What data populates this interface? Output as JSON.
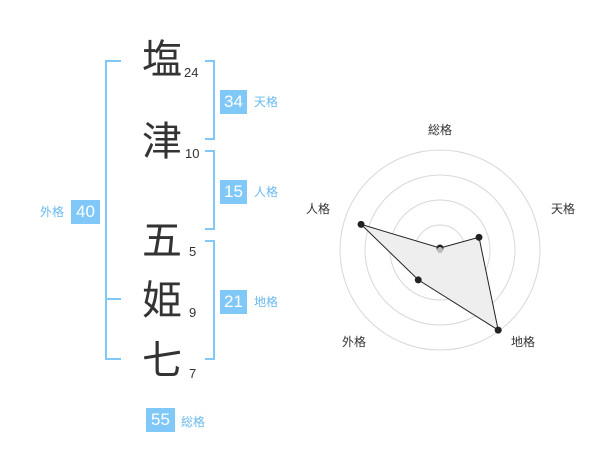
{
  "name_chars": [
    {
      "char": "塩",
      "strokes": "24"
    },
    {
      "char": "津",
      "strokes": "10"
    },
    {
      "char": "五",
      "strokes": "5"
    },
    {
      "char": "姫",
      "strokes": "9"
    },
    {
      "char": "七",
      "strokes": "7"
    }
  ],
  "kaku": {
    "tenkaku": {
      "value": "34",
      "label": "天格"
    },
    "jinkaku": {
      "value": "15",
      "label": "人格"
    },
    "chikaku": {
      "value": "21",
      "label": "地格"
    },
    "gaikaku": {
      "value": "40",
      "label": "外格"
    },
    "soukaku": {
      "value": "55",
      "label": "総格"
    }
  },
  "radar": {
    "axes": [
      "総格",
      "天格",
      "地格",
      "外格",
      "人格"
    ],
    "levels": [
      0.02,
      0.41,
      0.99,
      0.37,
      0.83
    ],
    "colors": {
      "grid": "#d8d8d8",
      "fill": "#eeeeee",
      "line": "#222222",
      "center": "#bbbbbb"
    }
  },
  "colors": {
    "accent": "#7fc8f8",
    "label": "#69b9ee",
    "text": "#333333"
  }
}
